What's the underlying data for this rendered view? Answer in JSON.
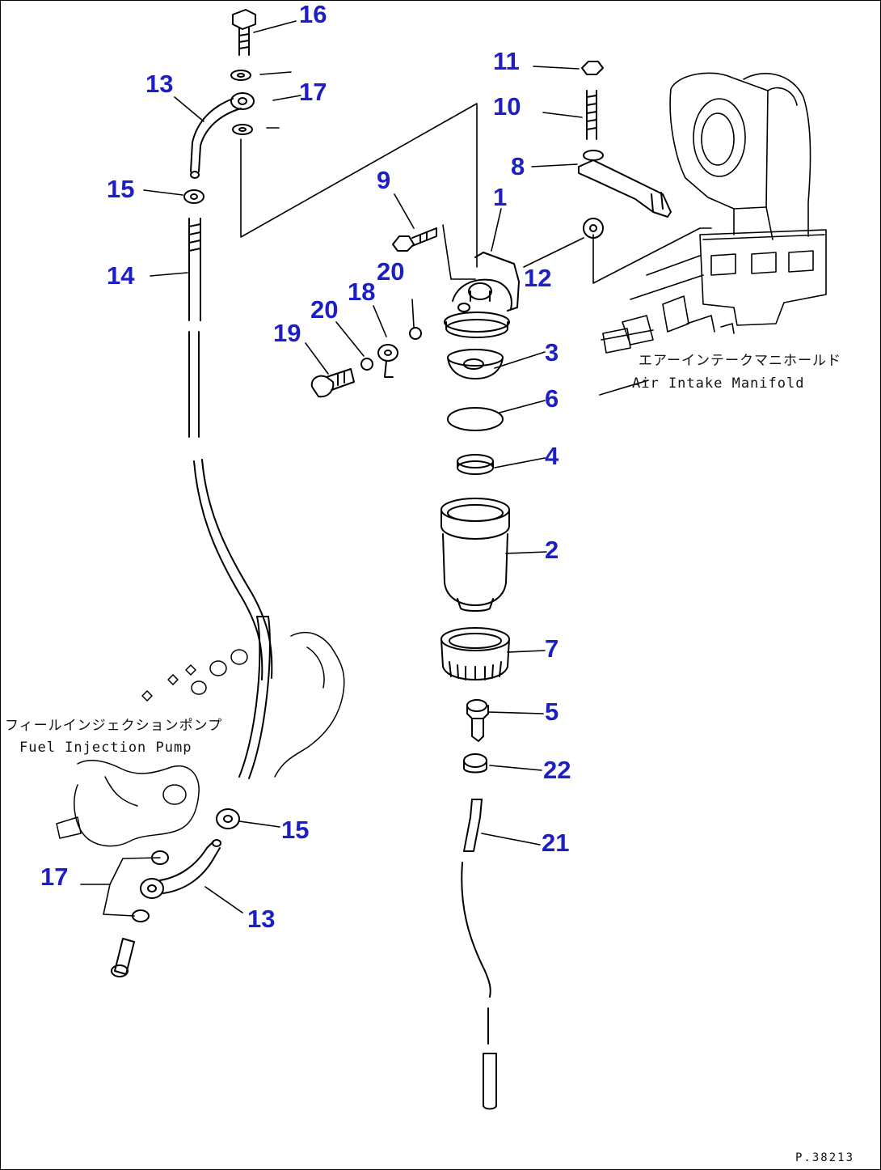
{
  "callouts": {
    "c1": "1",
    "c2": "2",
    "c3": "3",
    "c4": "4",
    "c5": "5",
    "c6": "6",
    "c7": "7",
    "c8": "8",
    "c9": "9",
    "c10": "10",
    "c11": "11",
    "c12": "12",
    "c13a": "13",
    "c13b": "13",
    "c14": "14",
    "c15a": "15",
    "c15b": "15",
    "c16": "16",
    "c17a": "17",
    "c17b": "17",
    "c18": "18",
    "c19": "19",
    "c20a": "20",
    "c20b": "20",
    "c21": "21",
    "c22": "22"
  },
  "captions": {
    "air_intake_jp": "エアーインテークマニホールド",
    "air_intake_en": "Air Intake Manifold",
    "fuel_pump_jp": "フィールインジェクションポンプ",
    "fuel_pump_en": "Fuel Injection Pump"
  },
  "ref_code": "P.38213"
}
